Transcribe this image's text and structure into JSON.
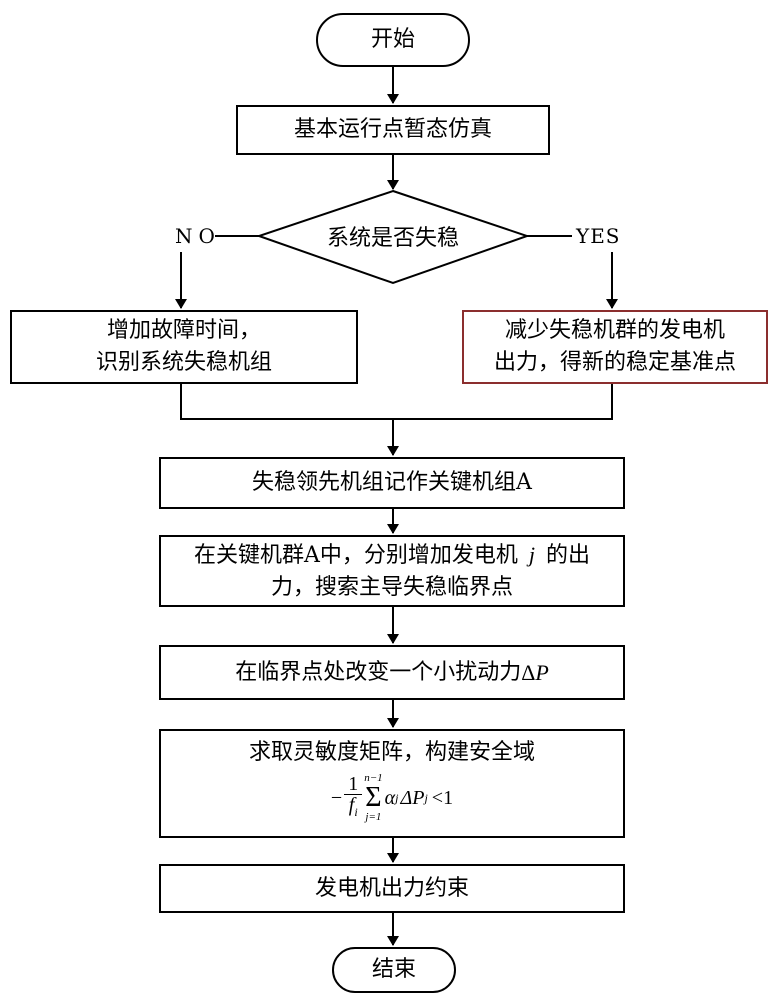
{
  "start": "开始",
  "step1": "基本运行点暂态仿真",
  "decision": "系统是否失稳",
  "no_label": "NO",
  "yes_label": "YES",
  "left_box": {
    "line1": "增加故障时间，",
    "line2": "识别系统失稳机组"
  },
  "right_box": {
    "line1": "减少失稳机群的发电机",
    "line2": "出力，得新的稳定基准点"
  },
  "step_key": "失稳领先机组记作关键机组A",
  "step_search": {
    "line1_a": "在关键机群A中，分别增加发电机",
    "line1_var": "j",
    "line1_b": "的出",
    "line2": "力，搜索主导失稳临界点"
  },
  "step_perturb": {
    "text": "在临界点处改变一个小扰动力",
    "delta": "Δ",
    "var": "P"
  },
  "step_sensitivity": {
    "title": "求取灵敏度矩阵，构建安全域",
    "formula": {
      "minus": "−",
      "num": "1",
      "den_f": "f",
      "den_i": "i",
      "sum_top": "n−1",
      "sum_sym": "Σ",
      "sum_bot": "j=1",
      "alpha": "α",
      "alpha_sub": "j",
      "delta": "ΔP",
      "p_sub": "j",
      "rhs": "<1"
    }
  },
  "step_constraint": "发电机出力约束",
  "end": "结束"
}
